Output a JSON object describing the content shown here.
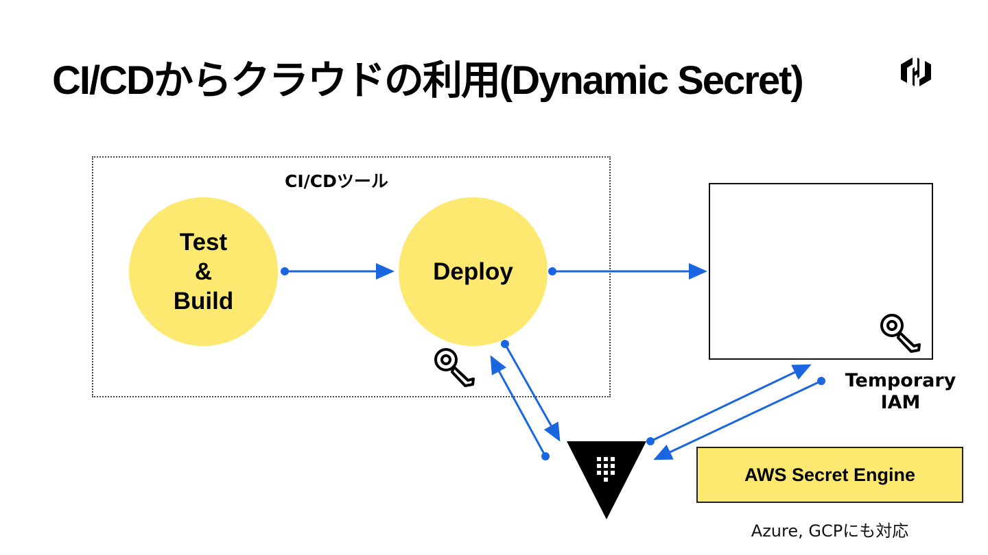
{
  "title": "CI/CDからクラウドの利用(Dynamic Secret)",
  "logo": {
    "icon": "hashicorp-logo-icon"
  },
  "cicd_group": {
    "label": "CI/CDツール"
  },
  "nodes": {
    "test_build": {
      "lines": [
        "Test",
        "&",
        "Build"
      ]
    },
    "deploy": {
      "label": "Deploy"
    },
    "cloud": {
      "label": "",
      "icon": "key-icon"
    },
    "vault": {
      "icon": "vault-icon"
    }
  },
  "temporary_iam": {
    "lines": [
      "Temporary",
      "IAM"
    ]
  },
  "secret_engine": {
    "label": "AWS Secret Engine",
    "note": "Azure, GCPにも対応"
  },
  "deploy_key": {
    "icon": "key-icon"
  },
  "colors": {
    "accent_blue": "#1a66e0",
    "node_yellow": "#fde970",
    "black": "#000000"
  }
}
